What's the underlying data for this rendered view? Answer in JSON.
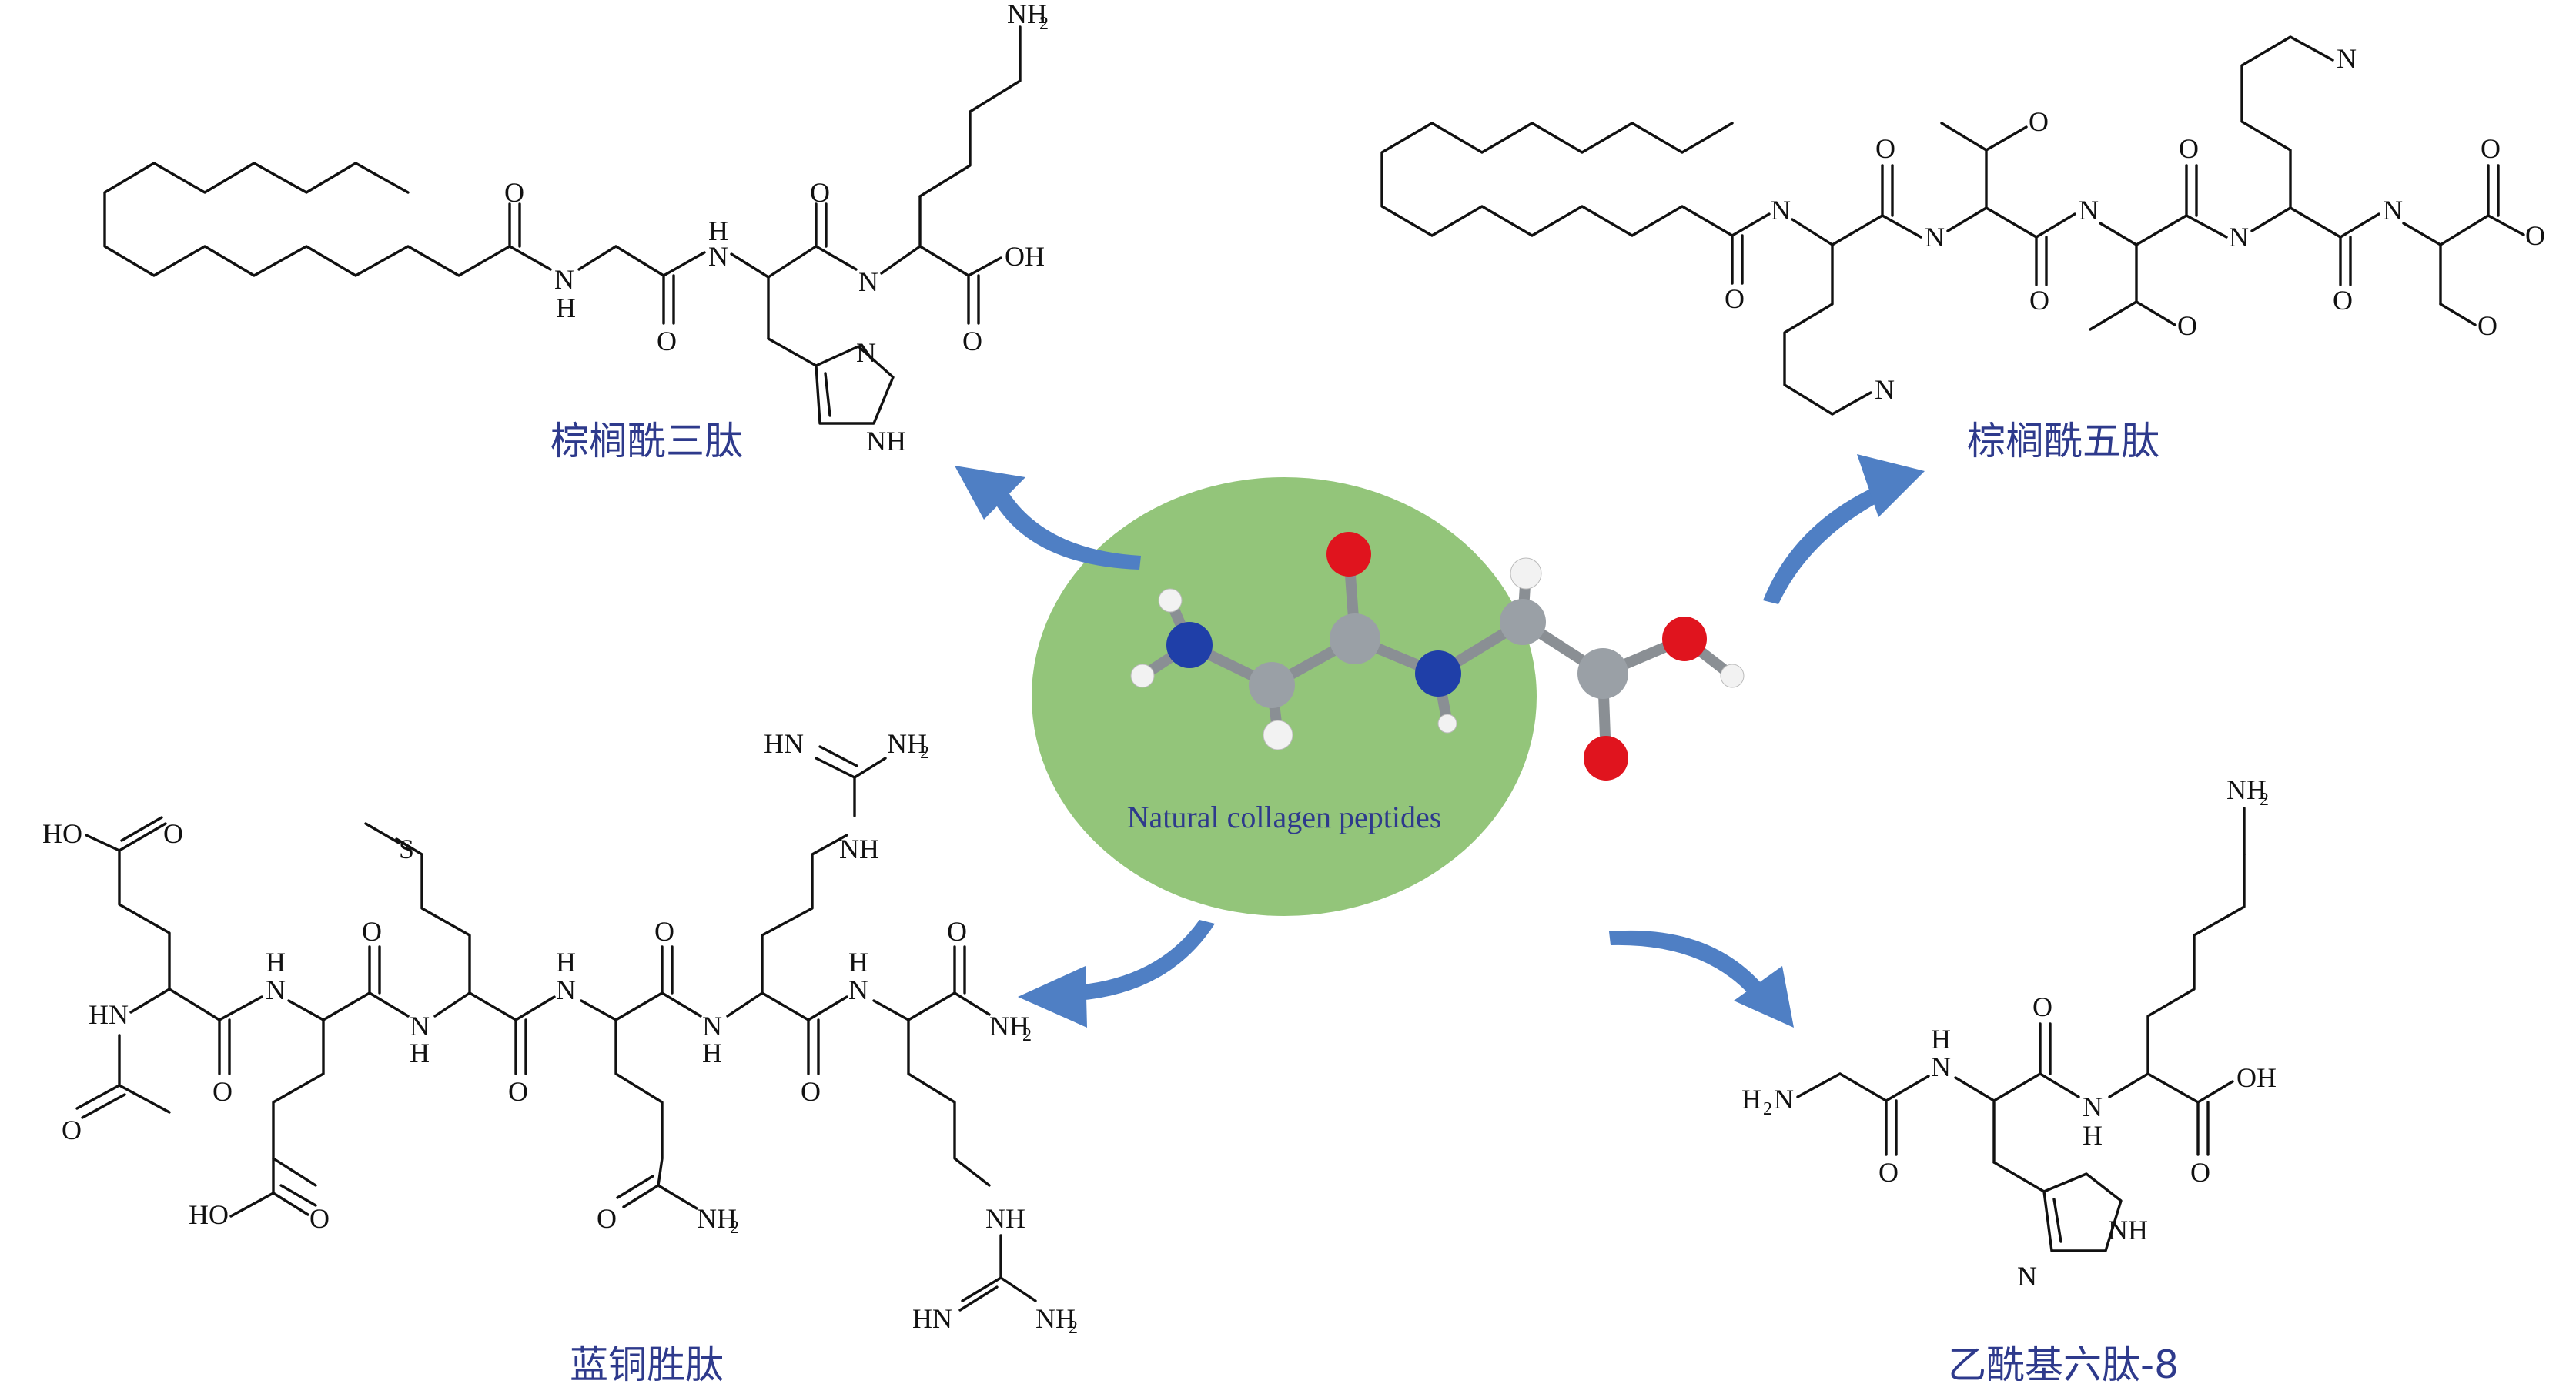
{
  "center": {
    "caption": "Natural collagen peptides",
    "ellipse_color": "#93c57a",
    "atom_colors": {
      "carbon": "#9aa0a6",
      "nitrogen": "#1f3fa8",
      "oxygen": "#e0141e",
      "hydrogen": "#f2f2f2"
    }
  },
  "peptides": [
    {
      "name": "棕榈酰三肽"
    },
    {
      "name": "棕榈酰五肽"
    },
    {
      "name": "蓝铜胜肽"
    },
    {
      "name": "乙酰基六肽-8"
    }
  ],
  "atoms": {
    "N": "N",
    "H": "H",
    "O": "O",
    "S": "S",
    "NH": "NH",
    "HN": "HN",
    "OH": "OH",
    "HO": "HO",
    "NH2_main": "NH",
    "HN_main": "HN",
    "H2N_main": "H",
    "N_in_H2N": "N",
    "sub2": "2"
  },
  "arrow_color": "#4f7fc4"
}
